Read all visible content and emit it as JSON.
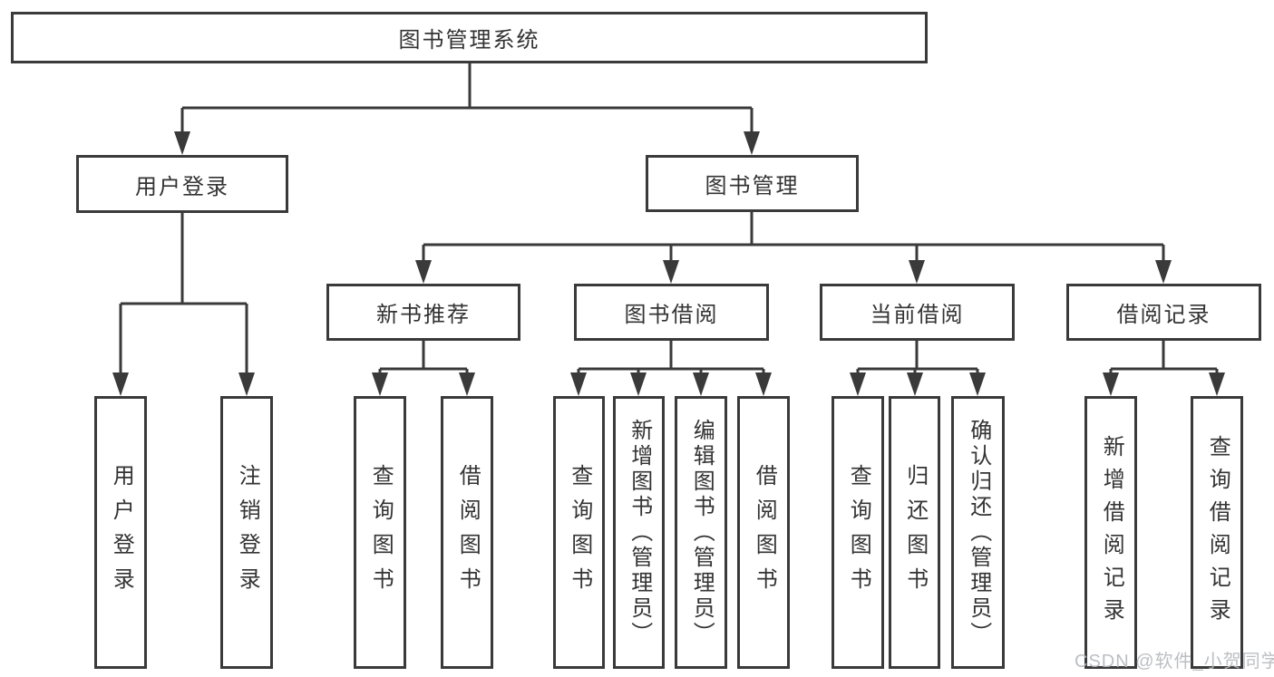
{
  "diagram": {
    "title": "图书管理系统",
    "type": "hierarchy-tree"
  },
  "nodes": {
    "root": {
      "label": "图书管理系统"
    },
    "user_login": {
      "label": "用户登录"
    },
    "book_mgmt": {
      "label": "图书管理"
    },
    "new_rec": {
      "label": "新书推荐"
    },
    "book_borrow": {
      "label": "图书借阅"
    },
    "current_borrow": {
      "label": "当前借阅"
    },
    "borrow_records": {
      "label": "借阅记录"
    },
    "leaf_user_login": {
      "label": "用户登录"
    },
    "leaf_logout": {
      "label": "注销登录"
    },
    "leaf_rec_query": {
      "label": "查询图书"
    },
    "leaf_rec_borrow": {
      "label": "借阅图书"
    },
    "leaf_bb_query": {
      "label": "查询图书"
    },
    "leaf_bb_add": {
      "label": "新增图书（管理员）"
    },
    "leaf_bb_edit": {
      "label": "编辑图书（管理员）"
    },
    "leaf_bb_borrow": {
      "label": "借阅图书"
    },
    "leaf_cb_query": {
      "label": "查询图书"
    },
    "leaf_cb_return": {
      "label": "归还图书"
    },
    "leaf_cb_confirm": {
      "label": "确认归还（管理员）"
    },
    "leaf_br_add": {
      "label": "新增借阅记录"
    },
    "leaf_br_query": {
      "label": "查询借阅记录"
    }
  },
  "watermark": {
    "text": "CSDN @软件_小贺同学"
  },
  "colors": {
    "line": "#3a3a3a",
    "text": "#333333",
    "background": "#ffffff",
    "watermark": "#b5b9bd"
  }
}
